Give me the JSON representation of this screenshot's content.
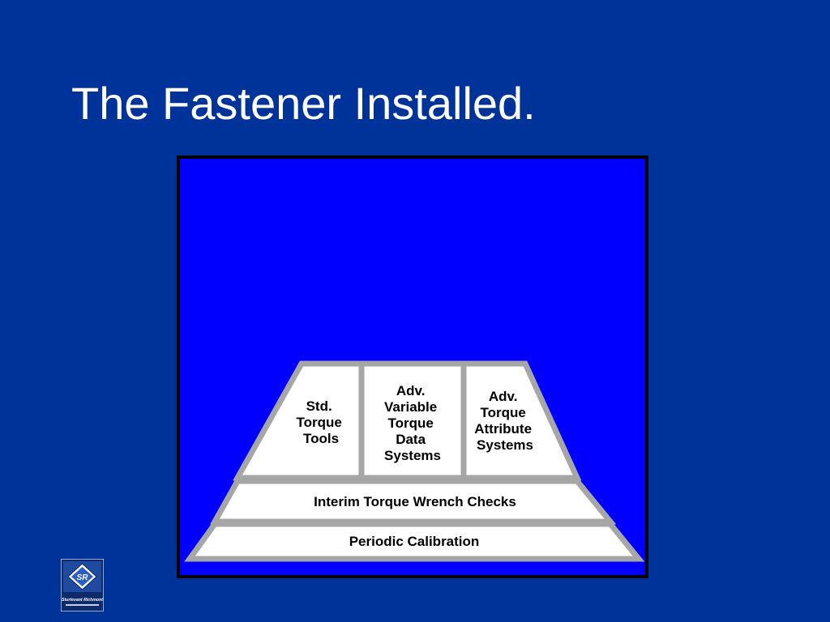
{
  "slide": {
    "title": "The Fastener Installed."
  },
  "diagram": {
    "top_boxes": [
      {
        "lines": [
          "Std.",
          "Torque",
          "Tools"
        ]
      },
      {
        "lines": [
          "Adv.",
          "Variable",
          "Torque",
          "Data",
          "Systems"
        ]
      },
      {
        "lines": [
          "Adv.",
          "Torque",
          "Attribute",
          "Systems"
        ]
      }
    ],
    "middle_tier": "Interim Torque Wrench Checks",
    "bottom_tier": "Periodic Calibration"
  },
  "logo": {
    "text": "Sturtevant Richmont",
    "monogram": "SR",
    "icon": "sturtevant-richmont-logo-icon"
  },
  "colors": {
    "background": "#003399",
    "diagram_background": "#0000ff",
    "tier_fill": "#ffffff",
    "tier_border": "#a6a6a6"
  }
}
